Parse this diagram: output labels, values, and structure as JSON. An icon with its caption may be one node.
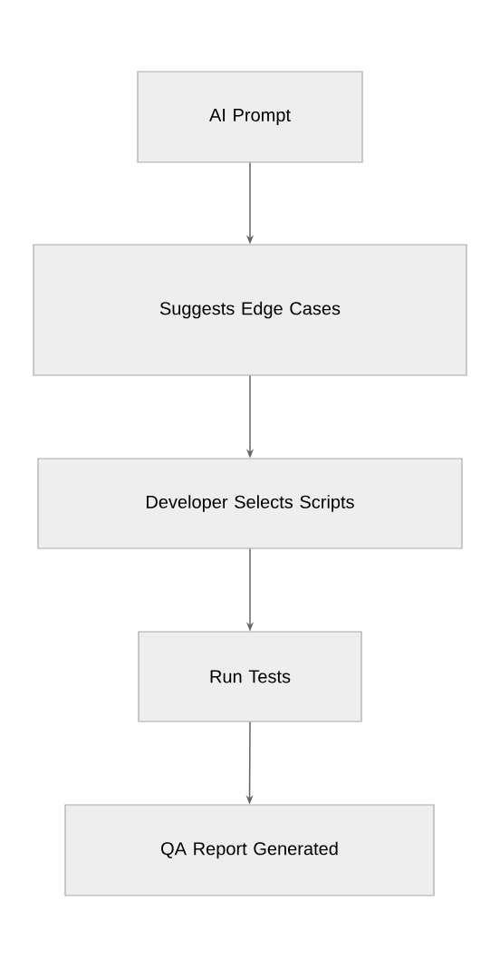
{
  "diagram": {
    "nodes": [
      {
        "text": [
          "AI Prompt"
        ]
      },
      {
        "text": [
          "Suggests Edge Cases"
        ]
      },
      {
        "text": [
          "Developer Selects Scripts"
        ]
      },
      {
        "text": [
          "Run Tests"
        ]
      },
      {
        "text": [
          "QA Report Generated"
        ]
      }
    ],
    "edges": [
      {
        "from": 0,
        "to": 1,
        "arrow": "to"
      },
      {
        "from": 1,
        "to": 2,
        "arrow": "to"
      },
      {
        "from": 2,
        "to": 3,
        "arrow": "to"
      },
      {
        "from": 3,
        "to": 4,
        "arrow": "to"
      }
    ]
  }
}
